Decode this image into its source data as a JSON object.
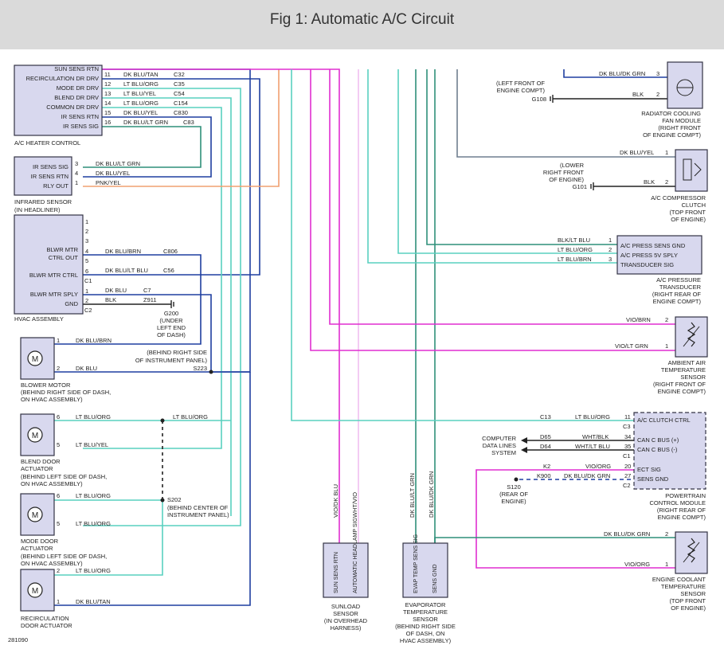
{
  "title": "Fig 1: Automatic A/C Circuit",
  "figure_code": "281090",
  "colors": {
    "header_bg": "#dadada",
    "box_fill": "#d8d8ee",
    "wire_dk_blu": "#1f3fa0",
    "wire_lt_blu": "#59d0bf",
    "wire_vio": "#e02fd0",
    "wire_teal": "#2f8f7a",
    "wire_gray": "#6f7f8f",
    "wire_orange": "#f0a070",
    "wire_dk_grn": "#1f7a4a"
  },
  "ac_heater_control": {
    "pins": [
      {
        "label": "SUN SENS RTN",
        "num": "11",
        "color": "DK BLU/TAN",
        "circuit": "C32"
      },
      {
        "label": "RECIRCULATION DR DRV",
        "num": "12",
        "color": "LT BLU/ORG",
        "circuit": "C35"
      },
      {
        "label": "MODE DR DRV",
        "num": "13",
        "color": "LT BLU/YEL",
        "circuit": "C54"
      },
      {
        "label": "BLEND DR DRV",
        "num": "14",
        "color": "LT BLU/ORG",
        "circuit": "C154"
      },
      {
        "label": "COMMON DR DRV",
        "num": "15",
        "color": "DK BLU/YEL",
        "circuit": "C830"
      },
      {
        "label": "IR SENS RTN",
        "num": "16",
        "color": "DK BLU/LT GRN",
        "circuit": "C83"
      },
      {
        "label": "IR SENS SIG",
        "num": "",
        "color": "",
        "circuit": ""
      }
    ],
    "name": "A/C HEATER CONTROL"
  },
  "infrared_sensor": {
    "pins": [
      {
        "label": "IR SENS SIG",
        "num": "3",
        "color": "DK BLU/LT GRN"
      },
      {
        "label": "IR SENS RTN",
        "num": "4",
        "color": "DK BLU/YEL"
      },
      {
        "label": "RLY OUT",
        "num": "1",
        "color": "PNK/YEL"
      }
    ],
    "name": "INFRARED SENSOR",
    "loc": "(IN HEADLINER)"
  },
  "hvac": {
    "pin_nums": [
      "1",
      "2",
      "3",
      "4",
      "5",
      "6",
      "1",
      "2"
    ],
    "blwr_mtr_ctrl_out_1": "BLWR MTR",
    "blwr_mtr_ctrl_out_2": "CTRL OUT",
    "blwr_mtr_ctrl": "BLWR MTR CTRL",
    "blwr_mtr_sply": "BLWR MTR SPLY",
    "gnd": "GND",
    "c1": "C1",
    "c2": "C2",
    "w4_color": "DK BLU/BRN",
    "w4_circuit": "C806",
    "w6_color": "DK BLU/LT BLU",
    "w6_circuit": "C56",
    "w1_color": "DK BLU",
    "w1_circuit": "C7",
    "w2_color": "BLK",
    "w2_circuit": "Z911",
    "name": "HVAC ASSEMBLY",
    "g200": "G200",
    "g200_loc": [
      "(UNDER",
      "LEFT END",
      "OF DASH)"
    ]
  },
  "blower_motor": {
    "pin1": "1",
    "pin1_color": "DK BLU/BRN",
    "pin2": "2",
    "pin2_color": "DK BLU",
    "splice": "S223",
    "splice_loc": [
      "(BEHIND RIGHT SIDE",
      "OF INSTRUMENT PANEL)"
    ],
    "name": "BLOWER MOTOR",
    "loc": [
      "(BEHIND RIGHT SIDE OF DASH,",
      "ON HVAC ASSEMBLY)"
    ]
  },
  "blend_door": {
    "pin6": "6",
    "pin6_color": "LT BLU/ORG",
    "right_color": "LT BLU/ORG",
    "pin5": "5",
    "pin5_color": "LT BLU/YEL",
    "name": [
      "BLEND DOOR",
      "ACTUATOR"
    ],
    "loc": [
      "(BEHIND LEFT SIDE OF DASH,",
      "ON HVAC ASSEMBLY)"
    ]
  },
  "mode_door": {
    "pin6": "6",
    "pin6_color": "LT BLU/ORG",
    "pin5": "5",
    "pin5_color": "LT BLU/ORG",
    "splice": "S202",
    "splice_loc": [
      "(BEHIND CENTER OF",
      "INSTRUMENT PANEL)"
    ],
    "name": [
      "MODE DOOR",
      "ACTUATOR"
    ],
    "loc": [
      "(BEHIND LEFT SIDE OF DASH,",
      "ON HVAC ASSEMBLY)"
    ]
  },
  "recirc_door": {
    "pin2": "2",
    "pin2_color": "LT BLU/ORG",
    "pin1": "1",
    "pin1_color": "DK BLU/TAN",
    "name": [
      "RECIRCULATION",
      "DOOR ACTUATOR"
    ]
  },
  "sunload": {
    "wire1": "VIO/DK BLU",
    "wire2": "WHT/VIO",
    "pin1": "SUN SENS RTN",
    "pin2": "AUTOMATIC HEADLAMP SIG",
    "name": [
      "SUNLOAD",
      "SENSOR",
      "(IN OVERHEAD",
      "HARNESS)"
    ]
  },
  "evaporator": {
    "wire1": "DK BLU/LT GRN",
    "wire2": "DK BLU/DK GRN",
    "pin1": "EVAP TEMP SENS SIG",
    "pin2": "SENS GND",
    "name": [
      "EVAPORATOR",
      "TEMPERATURE",
      "SENSOR",
      "(BEHIND RIGHT SIDE",
      "OF DASH, ON",
      "HVAC ASSEMBLY)"
    ]
  },
  "rad_fan": {
    "ground_loc": [
      "(LEFT FRONT OF",
      "ENGINE COMPT)"
    ],
    "ground": "G108",
    "w3": "DK BLU/DK GRN",
    "p3": "3",
    "w2": "BLK",
    "p2": "2",
    "name": [
      "RADIATOR COOLING",
      "FAN MODULE",
      "(RIGHT FRONT",
      "OF ENGINE COMPT)"
    ]
  },
  "compressor": {
    "ground_loc": [
      "(LOWER",
      "RIGHT FRONT",
      "OF ENGINE)"
    ],
    "ground": "G101",
    "w1": "DK BLU/YEL",
    "p1": "1",
    "w2": "BLK",
    "p2": "2",
    "name": [
      "A/C COMPRESSOR",
      "CLUTCH",
      "(TOP FRONT",
      "OF ENGINE)"
    ]
  },
  "pressure": {
    "w1": "BLK/LT BLU",
    "p1": "1",
    "l1": "A/C PRESS SENS GND",
    "w2": "LT BLU/ORG",
    "p2": "2",
    "l2": "A/C PRESS 5V SPLY",
    "w3": "LT BLU/BRN",
    "p3": "3",
    "l3": "TRANSDUCER SIG",
    "name": [
      "A/C PRESSURE",
      "TRANSDUCER",
      "(RIGHT REAR OF",
      "ENGINE COMPT)"
    ]
  },
  "ambient": {
    "w2": "VIO/BRN",
    "p2": "2",
    "w1": "VIO/LT GRN",
    "p1": "1",
    "name": [
      "AMBIENT AIR",
      "TEMPERATURE",
      "SENSOR",
      "(RIGHT FRONT OF",
      "ENGINE COMPT)"
    ]
  },
  "pcm": {
    "c13": "C13",
    "w11": "LT BLU/ORG",
    "p11": "11",
    "l11": "A/C CLUTCH CTRL",
    "c3": "C3",
    "d65": "D65",
    "w34": "WHT/BLK",
    "p34": "34",
    "l34": "CAN C BUS (+)",
    "d64": "D64",
    "w35": "WHT/LT BLU",
    "p35": "35",
    "l35": "CAN C BUS (-)",
    "c1": "C1",
    "k2": "K2",
    "w20": "VIO/ORG",
    "p20": "20",
    "l20": "ECT SIG",
    "k900": "K900",
    "w27": "DK BLU/DK GRN",
    "p27": "27",
    "l27": "SENS GND",
    "c2": "C2",
    "cdl": [
      "COMPUTER",
      "DATA LINES",
      "SYSTEM"
    ],
    "splice": "S120",
    "splice_loc": [
      "(REAR OF",
      "ENGINE)"
    ],
    "name": [
      "POWERTRAIN",
      "CONTROL MODULE",
      "(RIGHT REAR OF",
      "ENGINE COMPT)"
    ]
  },
  "coolant": {
    "w2": "DK BLU/DK GRN",
    "p2": "2",
    "w1": "VIO/ORG",
    "p1": "1",
    "name": [
      "ENGINE COOLANT",
      "TEMPERATURE",
      "SENSOR",
      "(TOP FRONT",
      "OF ENGINE)"
    ]
  }
}
